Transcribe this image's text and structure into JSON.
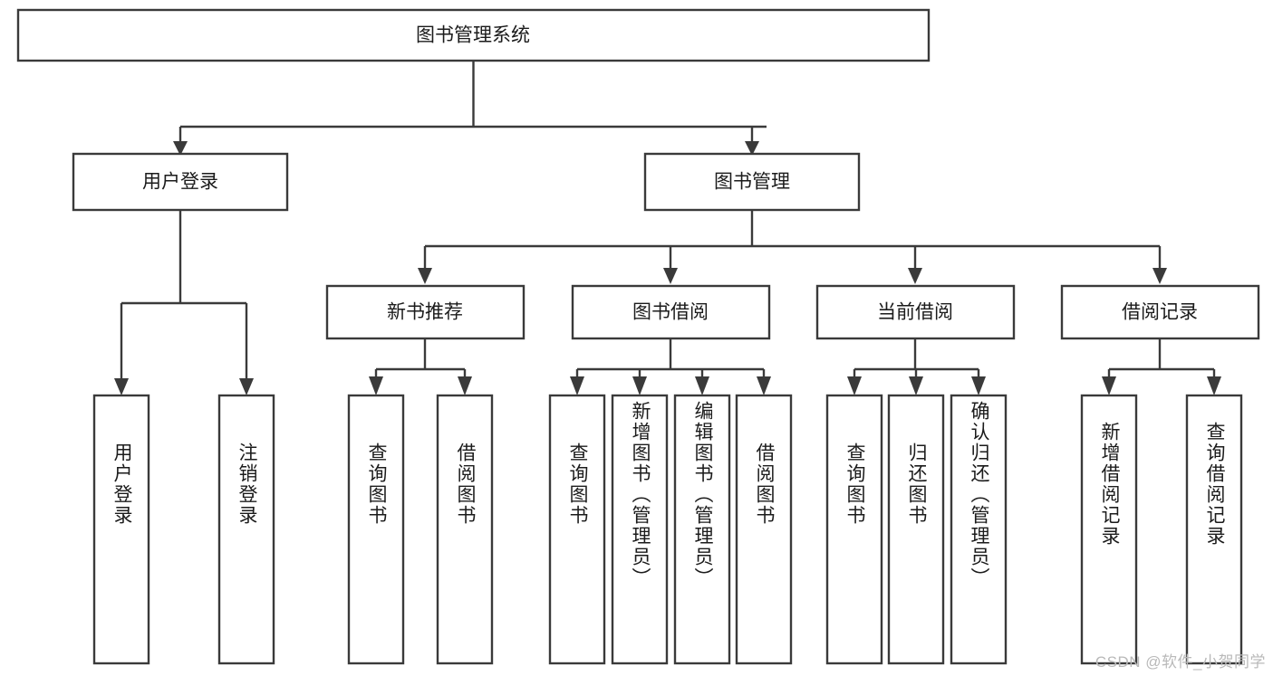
{
  "diagram": {
    "title": "图书管理系统",
    "type": "tree-hierarchy",
    "watermark": "CSDN @软件_小贺同学",
    "colors": {
      "stroke": "#3a3a3a",
      "fill": "#ffffff",
      "text": "#1b1b1b",
      "watermark": "#b9b9b9"
    },
    "root": {
      "label": "图书管理系统"
    },
    "level2": [
      {
        "label": "用户登录"
      },
      {
        "label": "图书管理"
      }
    ],
    "level3": [
      {
        "label": "新书推荐"
      },
      {
        "label": "图书借阅"
      },
      {
        "label": "当前借阅"
      },
      {
        "label": "借阅记录"
      }
    ],
    "leaves": {
      "user_login": [
        {
          "label": "用户登录"
        },
        {
          "label": "注销登录"
        }
      ],
      "new_book_recommend": [
        {
          "label": "查询图书"
        },
        {
          "label": "借阅图书"
        }
      ],
      "book_borrow": [
        {
          "label": "查询图书"
        },
        {
          "label": "新增图书（管理员）"
        },
        {
          "label": "编辑图书（管理员）"
        },
        {
          "label": "借阅图书"
        }
      ],
      "current_borrow": [
        {
          "label": "查询图书"
        },
        {
          "label": "归还图书"
        },
        {
          "label": "确认归还（管理员）"
        }
      ],
      "borrow_record": [
        {
          "label": "新增借阅记录"
        },
        {
          "label": "查询借阅记录"
        }
      ]
    }
  }
}
